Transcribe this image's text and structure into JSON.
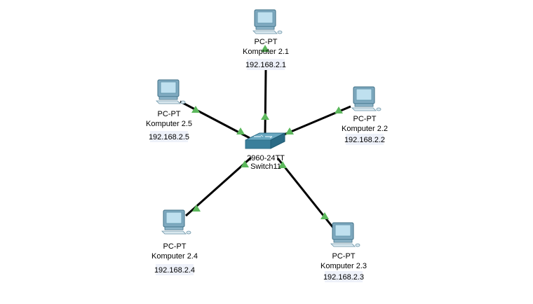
{
  "colors": {
    "link": "#000000",
    "port_up": "#5cb85c",
    "pc_body": "#7fa9bf",
    "pc_screen": "#bfe0ef",
    "switch_top": "#5f9cb5",
    "switch_side": "#2f6f8a",
    "ip_box": "#eef1f9"
  },
  "switch": {
    "model": "2960-24TT",
    "name": "Switch11",
    "icon": "switch-icon"
  },
  "pcs": [
    {
      "id": "pc-2-1",
      "model": "PC-PT",
      "name": "Komputer 2.1",
      "ip": "192.168.2.1",
      "icon": "pc-icon"
    },
    {
      "id": "pc-2-2",
      "model": "PC-PT",
      "name": "Komputer 2.2",
      "ip": "192.168.2.2",
      "icon": "pc-icon"
    },
    {
      "id": "pc-2-3",
      "model": "PC-PT",
      "name": "Komputer 2.3",
      "ip": "192.168.2.3",
      "icon": "pc-icon"
    },
    {
      "id": "pc-2-4",
      "model": "PC-PT",
      "name": "Komputer 2.4",
      "ip": "192.168.2.4",
      "icon": "pc-icon"
    },
    {
      "id": "pc-2-5",
      "model": "PC-PT",
      "name": "Komputer 2.5",
      "ip": "192.168.2.5",
      "icon": "pc-icon"
    }
  ]
}
